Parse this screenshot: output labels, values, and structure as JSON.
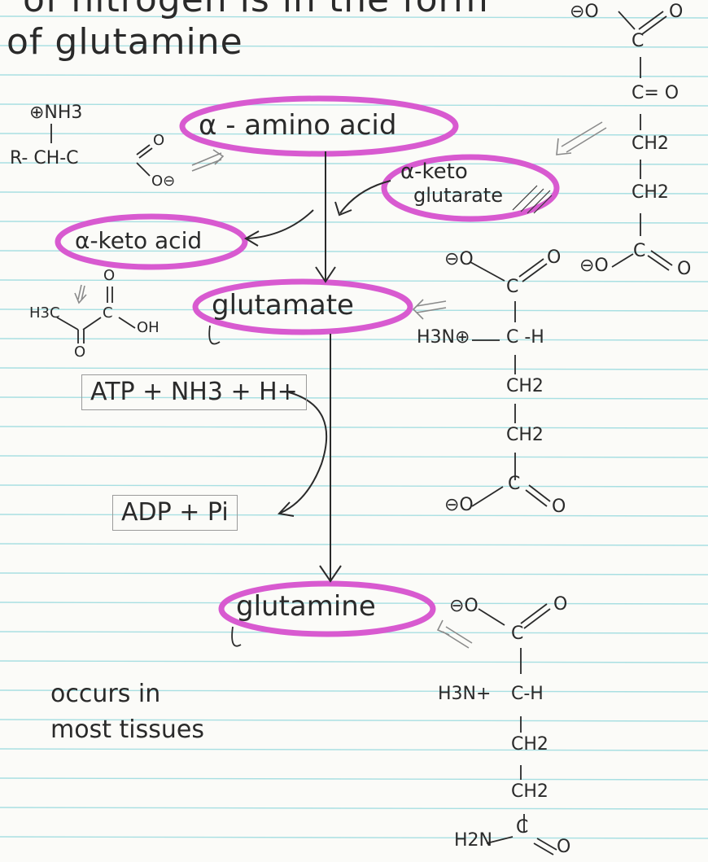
{
  "note": {
    "heading_line1": "of nitrogen is in the form",
    "heading_line2": "of glutamine",
    "labels": {
      "alpha_amino_acid": "α - amino acid",
      "alpha_ketoglutarate_1": "α-keto",
      "alpha_ketoglutarate_2": "glutarate",
      "alpha_keto_acid": "α-keto acid",
      "glutamate": "glutamate",
      "glutamine": "glutamine",
      "atp_box": "ATP + NH3 + H+",
      "adp_box": "ADP + Pi",
      "occurs_1": "occurs in",
      "occurs_2": "most tissues"
    },
    "structures": {
      "amino_acid": {
        "nh3": "⊕NH3",
        "backbone": "R- CH-C",
        "o_top": "O",
        "o_minus": "O⊖"
      },
      "keto_acid": {
        "left": "H3C",
        "center": "C",
        "oh": "OH",
        "o_top": "O",
        "o_bottom": "O"
      },
      "alpha_ketoglutarate": {
        "carboxylate_top": "⊖O",
        "c1": "C",
        "o1": "O",
        "keto": "C= O",
        "ch2_a": "CH2",
        "ch2_b": "CH2",
        "bottom_left": "⊖O",
        "bottom_c": "C",
        "bottom_o": "O"
      },
      "glutamate": {
        "top_o_minus": "⊖O",
        "top_c": "C",
        "top_o": "O",
        "amine": "H3N⊕",
        "ch": "C -H",
        "ch2_a": "CH2",
        "ch2_b": "CH2",
        "bottom_o_minus": "⊖O",
        "bottom_c": "C",
        "bottom_o": "O"
      },
      "glutamine": {
        "top_o_minus": "⊖O",
        "top_c": "C",
        "top_o": "O",
        "amine": "H3N+",
        "ch": "C-H",
        "ch2_a": "CH2",
        "ch2_b": "CH2",
        "amide_n": "H2N",
        "bottom_c": "C",
        "bottom_o": "O"
      }
    },
    "colors": {
      "highlight": "#d85ad0",
      "ink": "#2a2a2a",
      "rule_line": "#9fdde0",
      "margin_line": "#e9a8b8"
    }
  }
}
